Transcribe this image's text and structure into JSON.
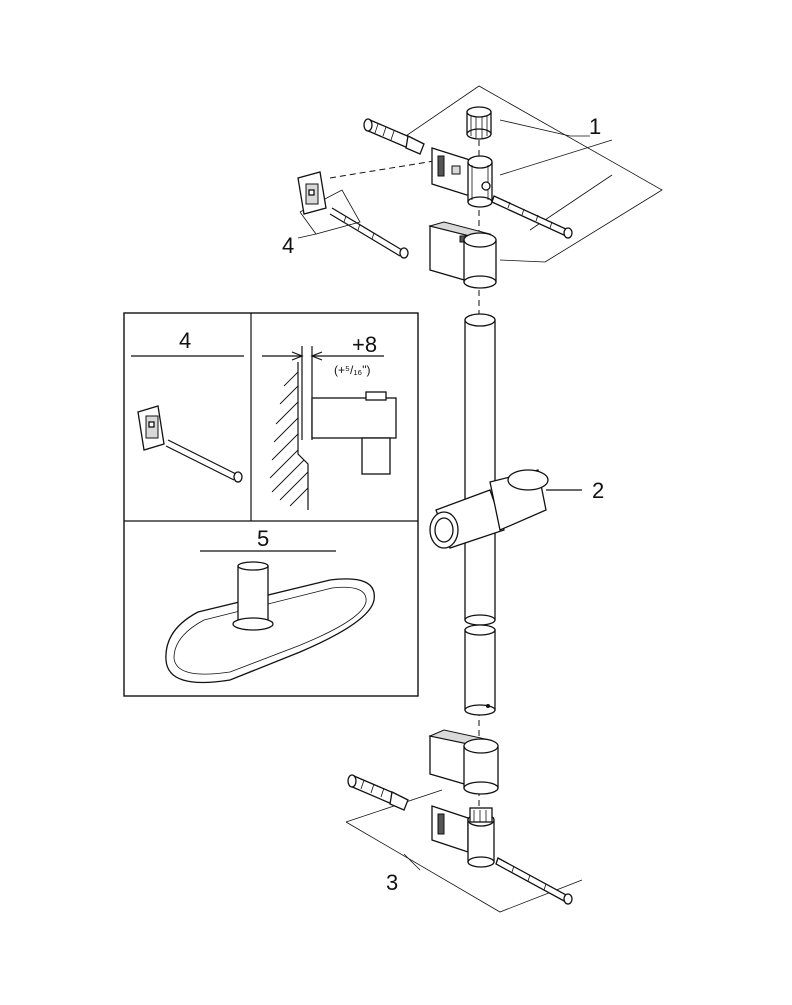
{
  "callouts": {
    "part_1": "1",
    "part_2": "2",
    "part_3": "3",
    "part_4": "4"
  },
  "inset": {
    "panel_4_label": "4",
    "dimension_label": "+8",
    "dimension_imperial": "(+⁵/₁₆\")",
    "panel_5_label": "5"
  }
}
